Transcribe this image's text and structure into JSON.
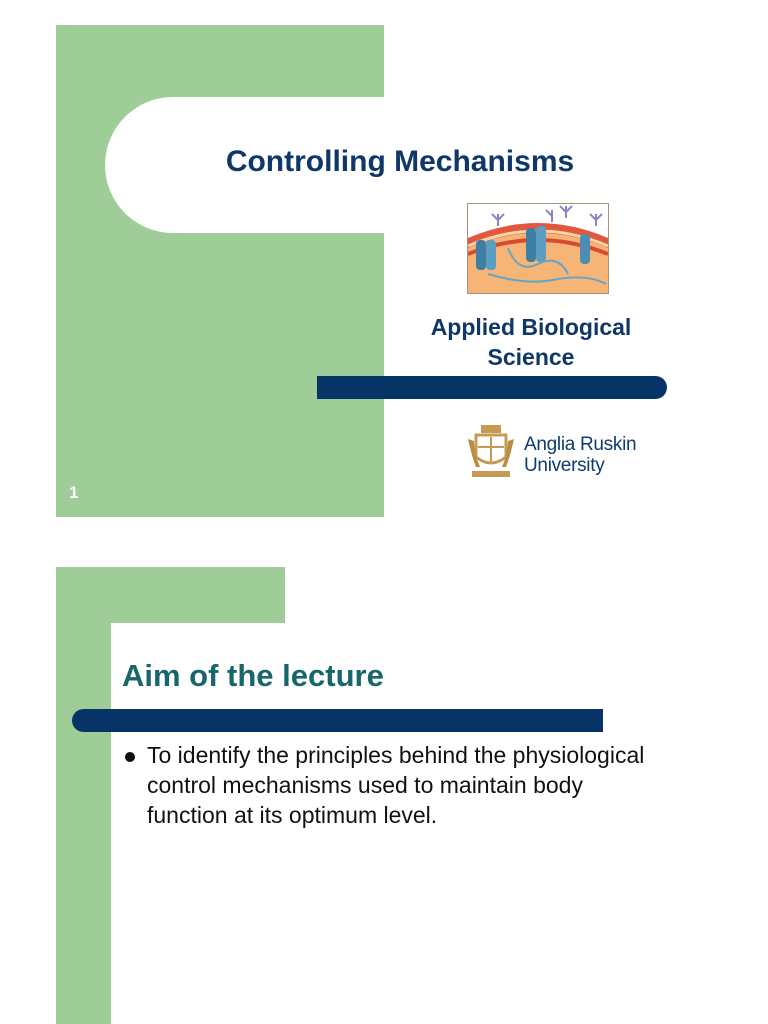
{
  "slides": [
    {
      "number": "1",
      "title": "Controlling Mechanisms",
      "subtitle": "Applied Biological Science",
      "image": "cell-membrane-illustration",
      "logo": {
        "icon": "coat-of-arms-icon",
        "line1": "Anglia Ruskin",
        "line2": "University"
      }
    },
    {
      "title": "Aim of the lecture",
      "bullets": [
        "To identify the principles behind the physiological control mechanisms used to maintain body function at its optimum level."
      ]
    }
  ],
  "colors": {
    "green_panel": "#9ecd97",
    "navy_bar": "#073466",
    "title_navy": "#0f3768",
    "title_teal": "#19666a"
  }
}
